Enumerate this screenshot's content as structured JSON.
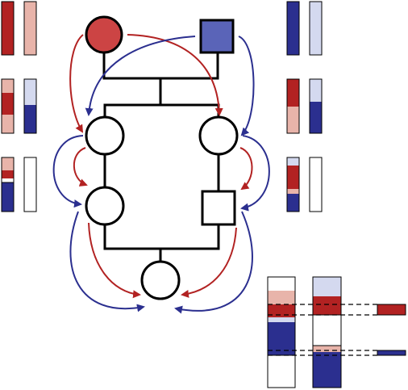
{
  "colors": {
    "red": "#b22222",
    "red_light": "#e8b4aa",
    "blue": "#2b2f8f",
    "blue_light": "#d4d9ef",
    "node_red_fill": "#cc4444",
    "node_blue_fill": "#5a64b8",
    "line": "#000000",
    "empty": "#ffffff"
  },
  "pedigree": {
    "generations": [
      {
        "name": "founders",
        "members": [
          {
            "id": "founder-female",
            "sex": "female",
            "filled": "red"
          },
          {
            "id": "founder-male",
            "sex": "male",
            "filled": "blue"
          }
        ]
      },
      {
        "name": "children",
        "members": [
          {
            "id": "child-left",
            "sex": "female",
            "filled": "none"
          },
          {
            "id": "child-right",
            "sex": "female",
            "filled": "none"
          }
        ]
      },
      {
        "name": "grandchildren",
        "members": [
          {
            "id": "grandchild-left",
            "sex": "female",
            "filled": "none"
          },
          {
            "id": "grandchild-right",
            "sex": "male",
            "filled": "none"
          }
        ]
      },
      {
        "name": "great-grandchild",
        "members": [
          {
            "id": "great-grandchild",
            "sex": "female",
            "filled": "none"
          }
        ]
      }
    ],
    "inheritance_arrows": [
      {
        "from": "founder-female",
        "to": "child-left",
        "color": "red"
      },
      {
        "from": "founder-female",
        "to": "child-right",
        "color": "red"
      },
      {
        "from": "founder-male",
        "to": "child-left",
        "color": "blue"
      },
      {
        "from": "founder-male",
        "to": "child-right",
        "color": "blue"
      },
      {
        "from": "child-left",
        "to": "grandchild-left",
        "color": "red"
      },
      {
        "from": "child-left",
        "to": "grandchild-left",
        "color": "blue"
      },
      {
        "from": "child-right",
        "to": "grandchild-right",
        "color": "red"
      },
      {
        "from": "child-right",
        "to": "grandchild-right",
        "color": "blue"
      },
      {
        "from": "grandchild-left",
        "to": "great-grandchild",
        "color": "red"
      },
      {
        "from": "grandchild-left",
        "to": "great-grandchild",
        "color": "blue"
      },
      {
        "from": "grandchild-right",
        "to": "great-grandchild",
        "color": "red"
      },
      {
        "from": "grandchild-right",
        "to": "great-grandchild",
        "color": "blue"
      }
    ]
  },
  "chromosome_pairs": [
    {
      "individual": "founder-female",
      "strands": [
        [
          "red"
        ],
        [
          "red_light"
        ]
      ]
    },
    {
      "individual": "founder-male",
      "strands": [
        [
          "blue"
        ],
        [
          "blue_light"
        ]
      ]
    },
    {
      "individual": "child-left",
      "strands": [
        [
          "red_light",
          "red",
          "red_light"
        ],
        [
          "blue_light",
          "blue"
        ]
      ]
    },
    {
      "individual": "child-right",
      "strands": [
        [
          "red",
          "red_light"
        ],
        [
          "blue_light",
          "blue"
        ]
      ]
    },
    {
      "individual": "grandchild-left",
      "strands": [
        [
          "red_light",
          "red",
          "empty",
          "blue"
        ],
        [
          "empty"
        ]
      ]
    },
    {
      "individual": "grandchild-right",
      "strands": [
        [
          "blue_light",
          "red",
          "red_light",
          "blue"
        ],
        [
          "empty"
        ]
      ]
    },
    {
      "individual": "great-grandchild",
      "strands": [
        [
          "empty",
          "red_light",
          "red",
          "blue",
          "empty"
        ],
        [
          "blue_light",
          "red",
          "empty",
          "red_light",
          "blue"
        ]
      ],
      "highlighted_segments": [
        "red",
        "blue"
      ]
    }
  ]
}
